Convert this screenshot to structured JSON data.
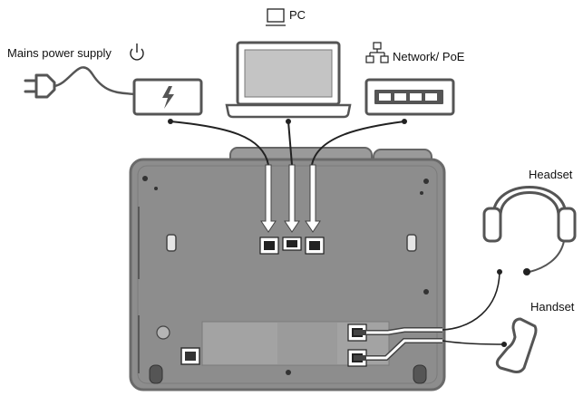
{
  "labels": {
    "mains_power_supply": "Mains power supply",
    "pc": "PC",
    "network_poe": "Network/ PoE",
    "headset": "Headset",
    "handset": "Handset"
  },
  "colors": {
    "phone_body": "#8d8d8d",
    "phone_edge": "#6a6a6a",
    "device_outline": "#555555",
    "cable": "#222222",
    "arrow_fill": "#ffffff"
  },
  "icons": [
    "power-symbol-icon",
    "monitor-icon",
    "network-icon",
    "plug-icon",
    "lightning-icon"
  ]
}
